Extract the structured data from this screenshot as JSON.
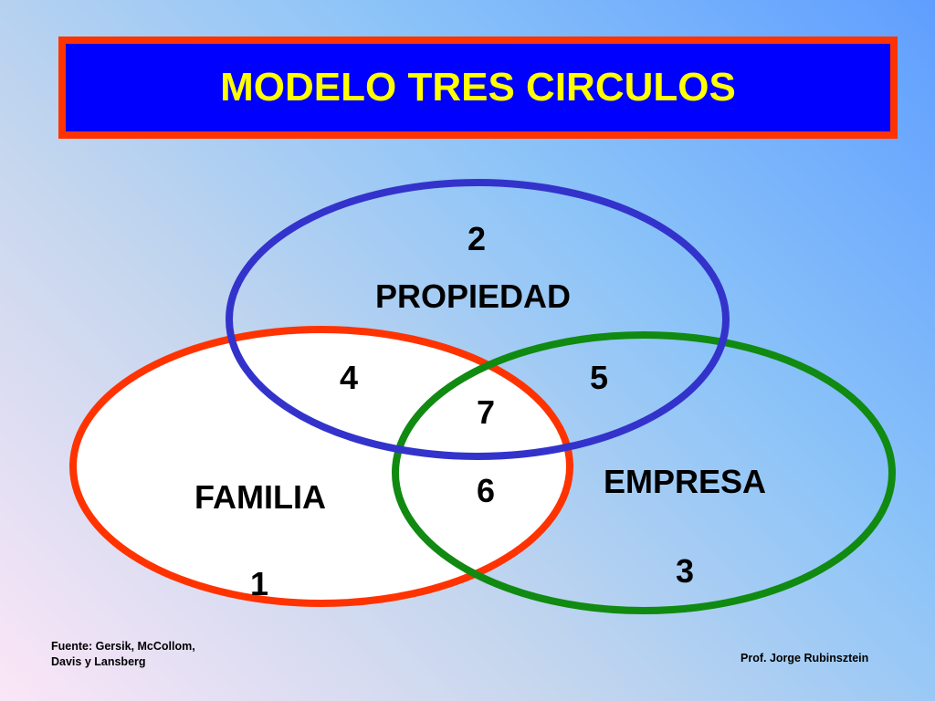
{
  "title": "MODELO TRES CIRCULOS",
  "colors": {
    "familia": "#ff3300",
    "propiedad": "#3333cc",
    "empresa": "#008800",
    "title_bg": "#0000ff",
    "title_text": "#ffff00"
  },
  "circles": {
    "propiedad": "PROPIEDAD",
    "familia": "FAMILIA",
    "empresa": "EMPRESA"
  },
  "regions": {
    "r1": "1",
    "r2": "2",
    "r3": "3",
    "r4": "4",
    "r5": "5",
    "r6": "6",
    "r7": "7"
  },
  "footer": {
    "source_line1": "Fuente: Gersik, McCollom,",
    "source_line2": "Davis y Lansberg",
    "author": "Prof. Jorge Rubinsztein"
  }
}
